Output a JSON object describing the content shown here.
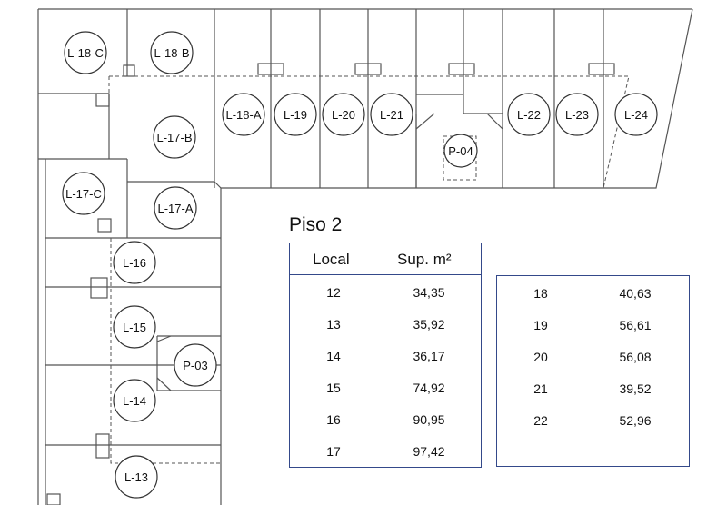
{
  "rooms": {
    "l18c": "L-18-C",
    "l18b": "L-18-B",
    "l18a": "L-18-A",
    "l19": "L-19",
    "l20": "L-20",
    "l21": "L-21",
    "p04": "P-04",
    "l22": "L-22",
    "l23": "L-23",
    "l24": "L-24",
    "l17b": "L-17-B",
    "l17c": "L-17-C",
    "l17a": "L-17-A",
    "l16": "L-16",
    "l15": "L-15",
    "p03": "P-03",
    "l14": "L-14",
    "l13": "L-13"
  },
  "floor_title": "Piso 2",
  "table": {
    "header_local": "Local",
    "header_sup": "Sup. m²",
    "left_rows": [
      {
        "local": "12",
        "sup": "34,35"
      },
      {
        "local": "13",
        "sup": "35,92"
      },
      {
        "local": "14",
        "sup": "36,17"
      },
      {
        "local": "15",
        "sup": "74,92"
      },
      {
        "local": "16",
        "sup": "90,95"
      },
      {
        "local": "17",
        "sup": "97,42"
      }
    ],
    "right_rows": [
      {
        "local": "18",
        "sup": "40,63"
      },
      {
        "local": "19",
        "sup": "56,61"
      },
      {
        "local": "20",
        "sup": "56,08"
      },
      {
        "local": "21",
        "sup": "39,52"
      },
      {
        "local": "22",
        "sup": "52,96"
      }
    ]
  },
  "colors": {
    "table_border": "#34498a",
    "wall": "#555555"
  }
}
